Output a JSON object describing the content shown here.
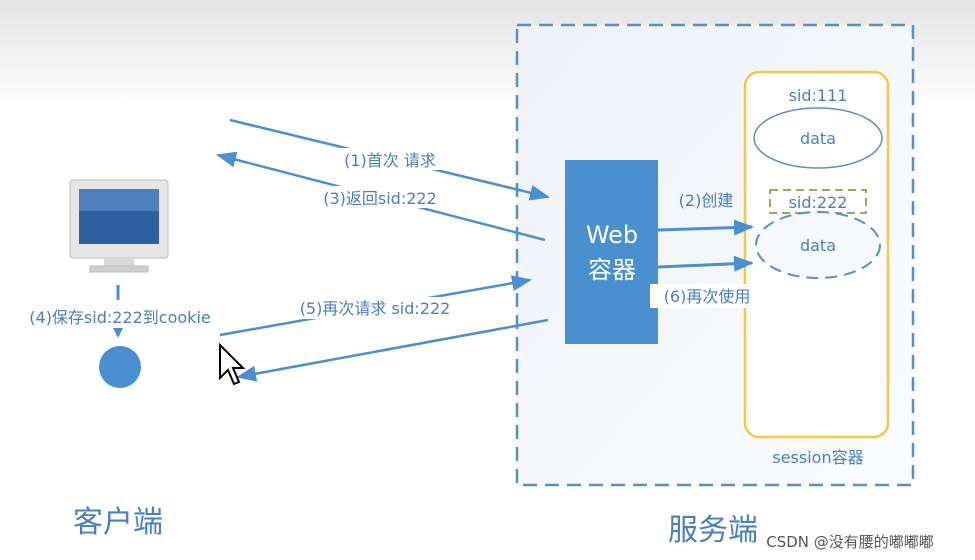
{
  "client": {
    "title": "客户端",
    "save_cookie_label": "(4)保存sid:222到cookie"
  },
  "server": {
    "title": "服务端",
    "web_container": {
      "line1": "Web",
      "line2": "容器"
    },
    "session_container": {
      "label": "session容器",
      "sessions": [
        {
          "sid": "sid:111",
          "data": "data"
        },
        {
          "sid": "sid:222",
          "data": "data"
        }
      ]
    }
  },
  "arrows": {
    "first_request": "(1)首次 请求",
    "create": "(2)创建",
    "return_sid": "(3)返回sid:222",
    "second_request": "(5)再次请求 sid:222",
    "reuse": "(6)再次使用"
  },
  "watermark": "CSDN @没有腰的嘟嘟嘟",
  "colors": {
    "accent": "#4a90d0",
    "session_border": "#f5c842",
    "sid_box": "#9aa860",
    "text": "#4a7fbf"
  }
}
